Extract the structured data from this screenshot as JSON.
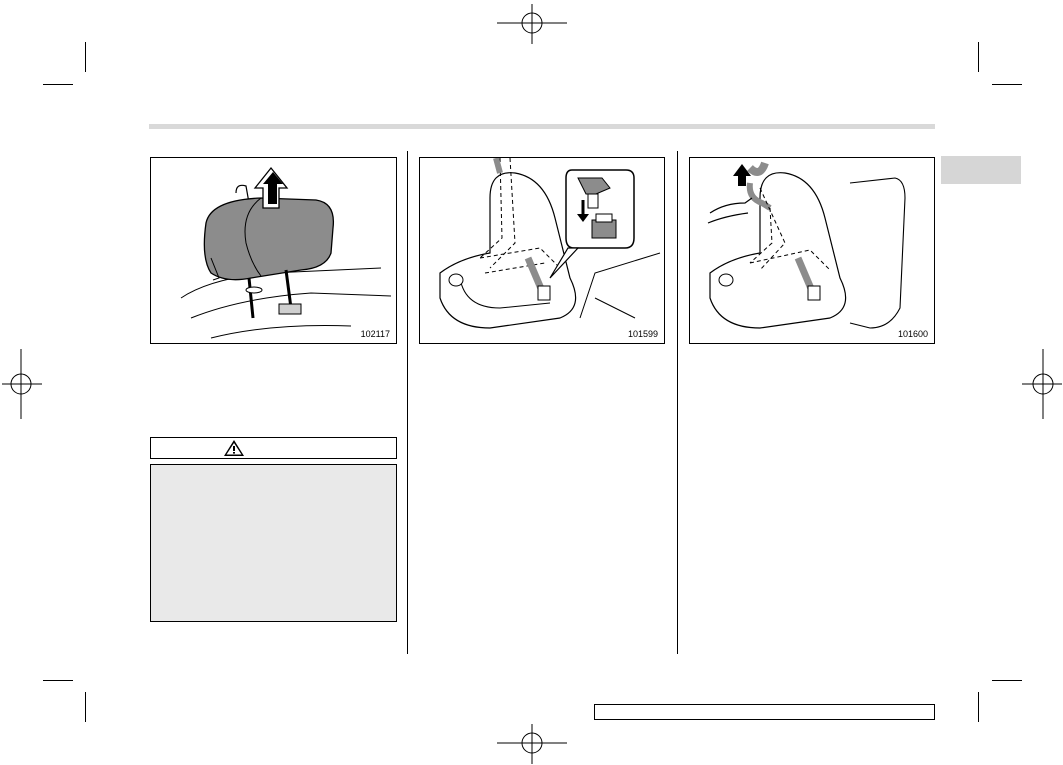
{
  "figures": [
    {
      "id": "fig-headrest",
      "label": "102117"
    },
    {
      "id": "fig-buckle",
      "label": "101599"
    },
    {
      "id": "fig-pull-belt",
      "label": "101600"
    }
  ],
  "warning": {
    "icon": "warning-triangle-icon"
  },
  "colors": {
    "shade": "#e9e9e9",
    "header_bar": "#d9d9d9",
    "tab": "#d6d6d6"
  }
}
